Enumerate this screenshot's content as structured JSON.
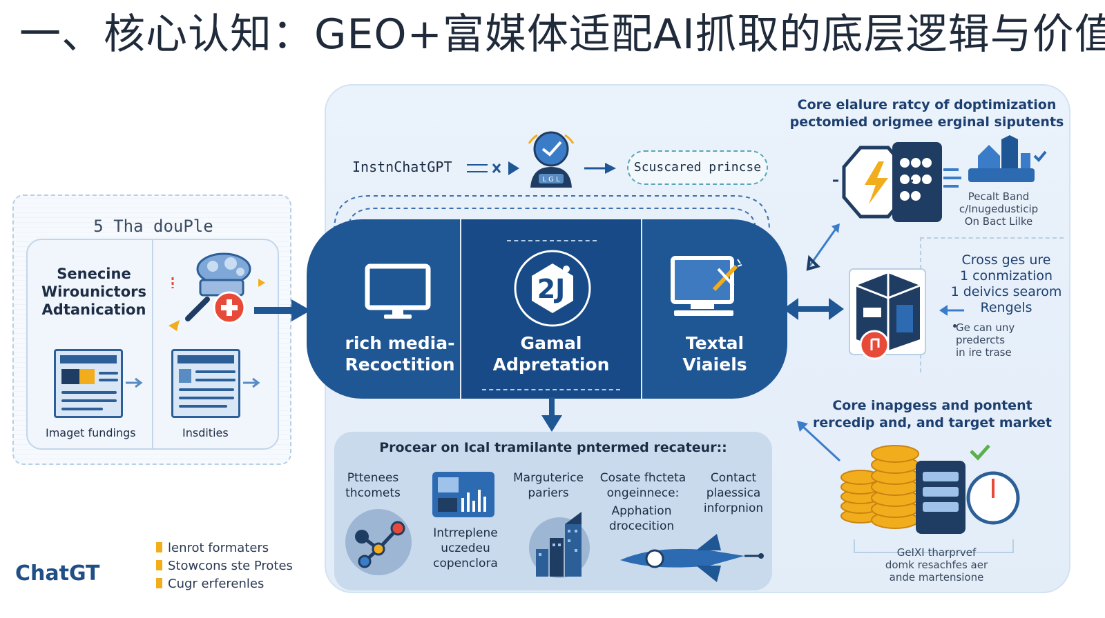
{
  "title": "一、核心认知：GEO+富媒体适配AI抓取的底层逻辑与价值",
  "left_panel": {
    "header": "5 Tha douPle",
    "left_text": "Senecine Wirounictors Adtanication",
    "caption_left": "Imaget fundings",
    "caption_right": "Insdities"
  },
  "flow": {
    "source_label": "InstnChatGPT",
    "output_label": "Scuscared princse"
  },
  "band": {
    "col1": "rich media-\nRecoctition",
    "col2": "Gamal\nAdpretation",
    "col3": "Textal\nViaiels"
  },
  "process": {
    "title": "Procear on Ical tramilante pntermed recateur::",
    "labels": [
      "Pttenees\nthcomets",
      "Marguterice\npariers",
      "Cosate fhcteta\nongeinnece:",
      "Contact\nplaessica\ninforpnion",
      "Apphation\ndrocecition",
      "Intrreplene\nuczedeu\ncopenclora"
    ]
  },
  "right": {
    "top_heading": "Core elalure ratcy of doptimization\npectomied origmee erginal siputents",
    "top_caption": "Pecalt Band\nc/Inugedusticip\nOn Bact Lilke",
    "mid_heading": "Cross ges ure\n1 conmization\n1 deivics searom\nRengels",
    "mid_bullet": "Ge can uny\npredercts\nin ire trase",
    "bottom_heading": "Core inapgess and pontent\nrercedip and, and target market",
    "bottom_caption": "GeIXI tharprvef\ndomk resachfes aer\nande martensione"
  },
  "legend": [
    "lenrot formaters",
    "Stowcons ste Protes",
    "Cugr erferenles"
  ],
  "logo": "ChatGT",
  "colors": {
    "band": "#1f5694",
    "accent_orange": "#f2ad1d",
    "accent_red": "#e84a3a",
    "panel_bg": "#e6eff9"
  }
}
